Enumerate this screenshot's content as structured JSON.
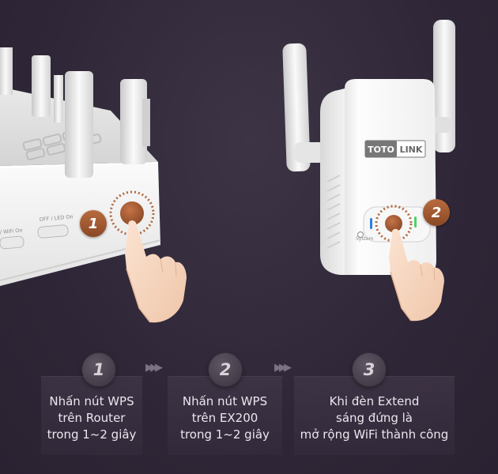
{
  "router": {
    "label_wifi": "/ WiFi On",
    "label_wps": "OFF / LED On"
  },
  "extender": {
    "brand_left": "TOTO",
    "brand_right": "LINK",
    "label_system": "System"
  },
  "markers": {
    "router": "1",
    "extender": "2"
  },
  "steps": [
    {
      "number": "1",
      "lines": [
        "Nhấn nút WPS",
        "trên Router",
        "trong 1~2 giây"
      ]
    },
    {
      "number": "2",
      "lines": [
        "Nhấn nút WPS",
        "trên EX200",
        "trong 1~2 giây"
      ]
    },
    {
      "number": "3",
      "lines": [
        "Khi đèn Extend",
        "sáng đứng là",
        "mở rộng WiFi thành công"
      ]
    }
  ],
  "colors": {
    "background": "#2f2737",
    "accent_orange": "#a65a30",
    "device_white": "#f1f1f1"
  }
}
